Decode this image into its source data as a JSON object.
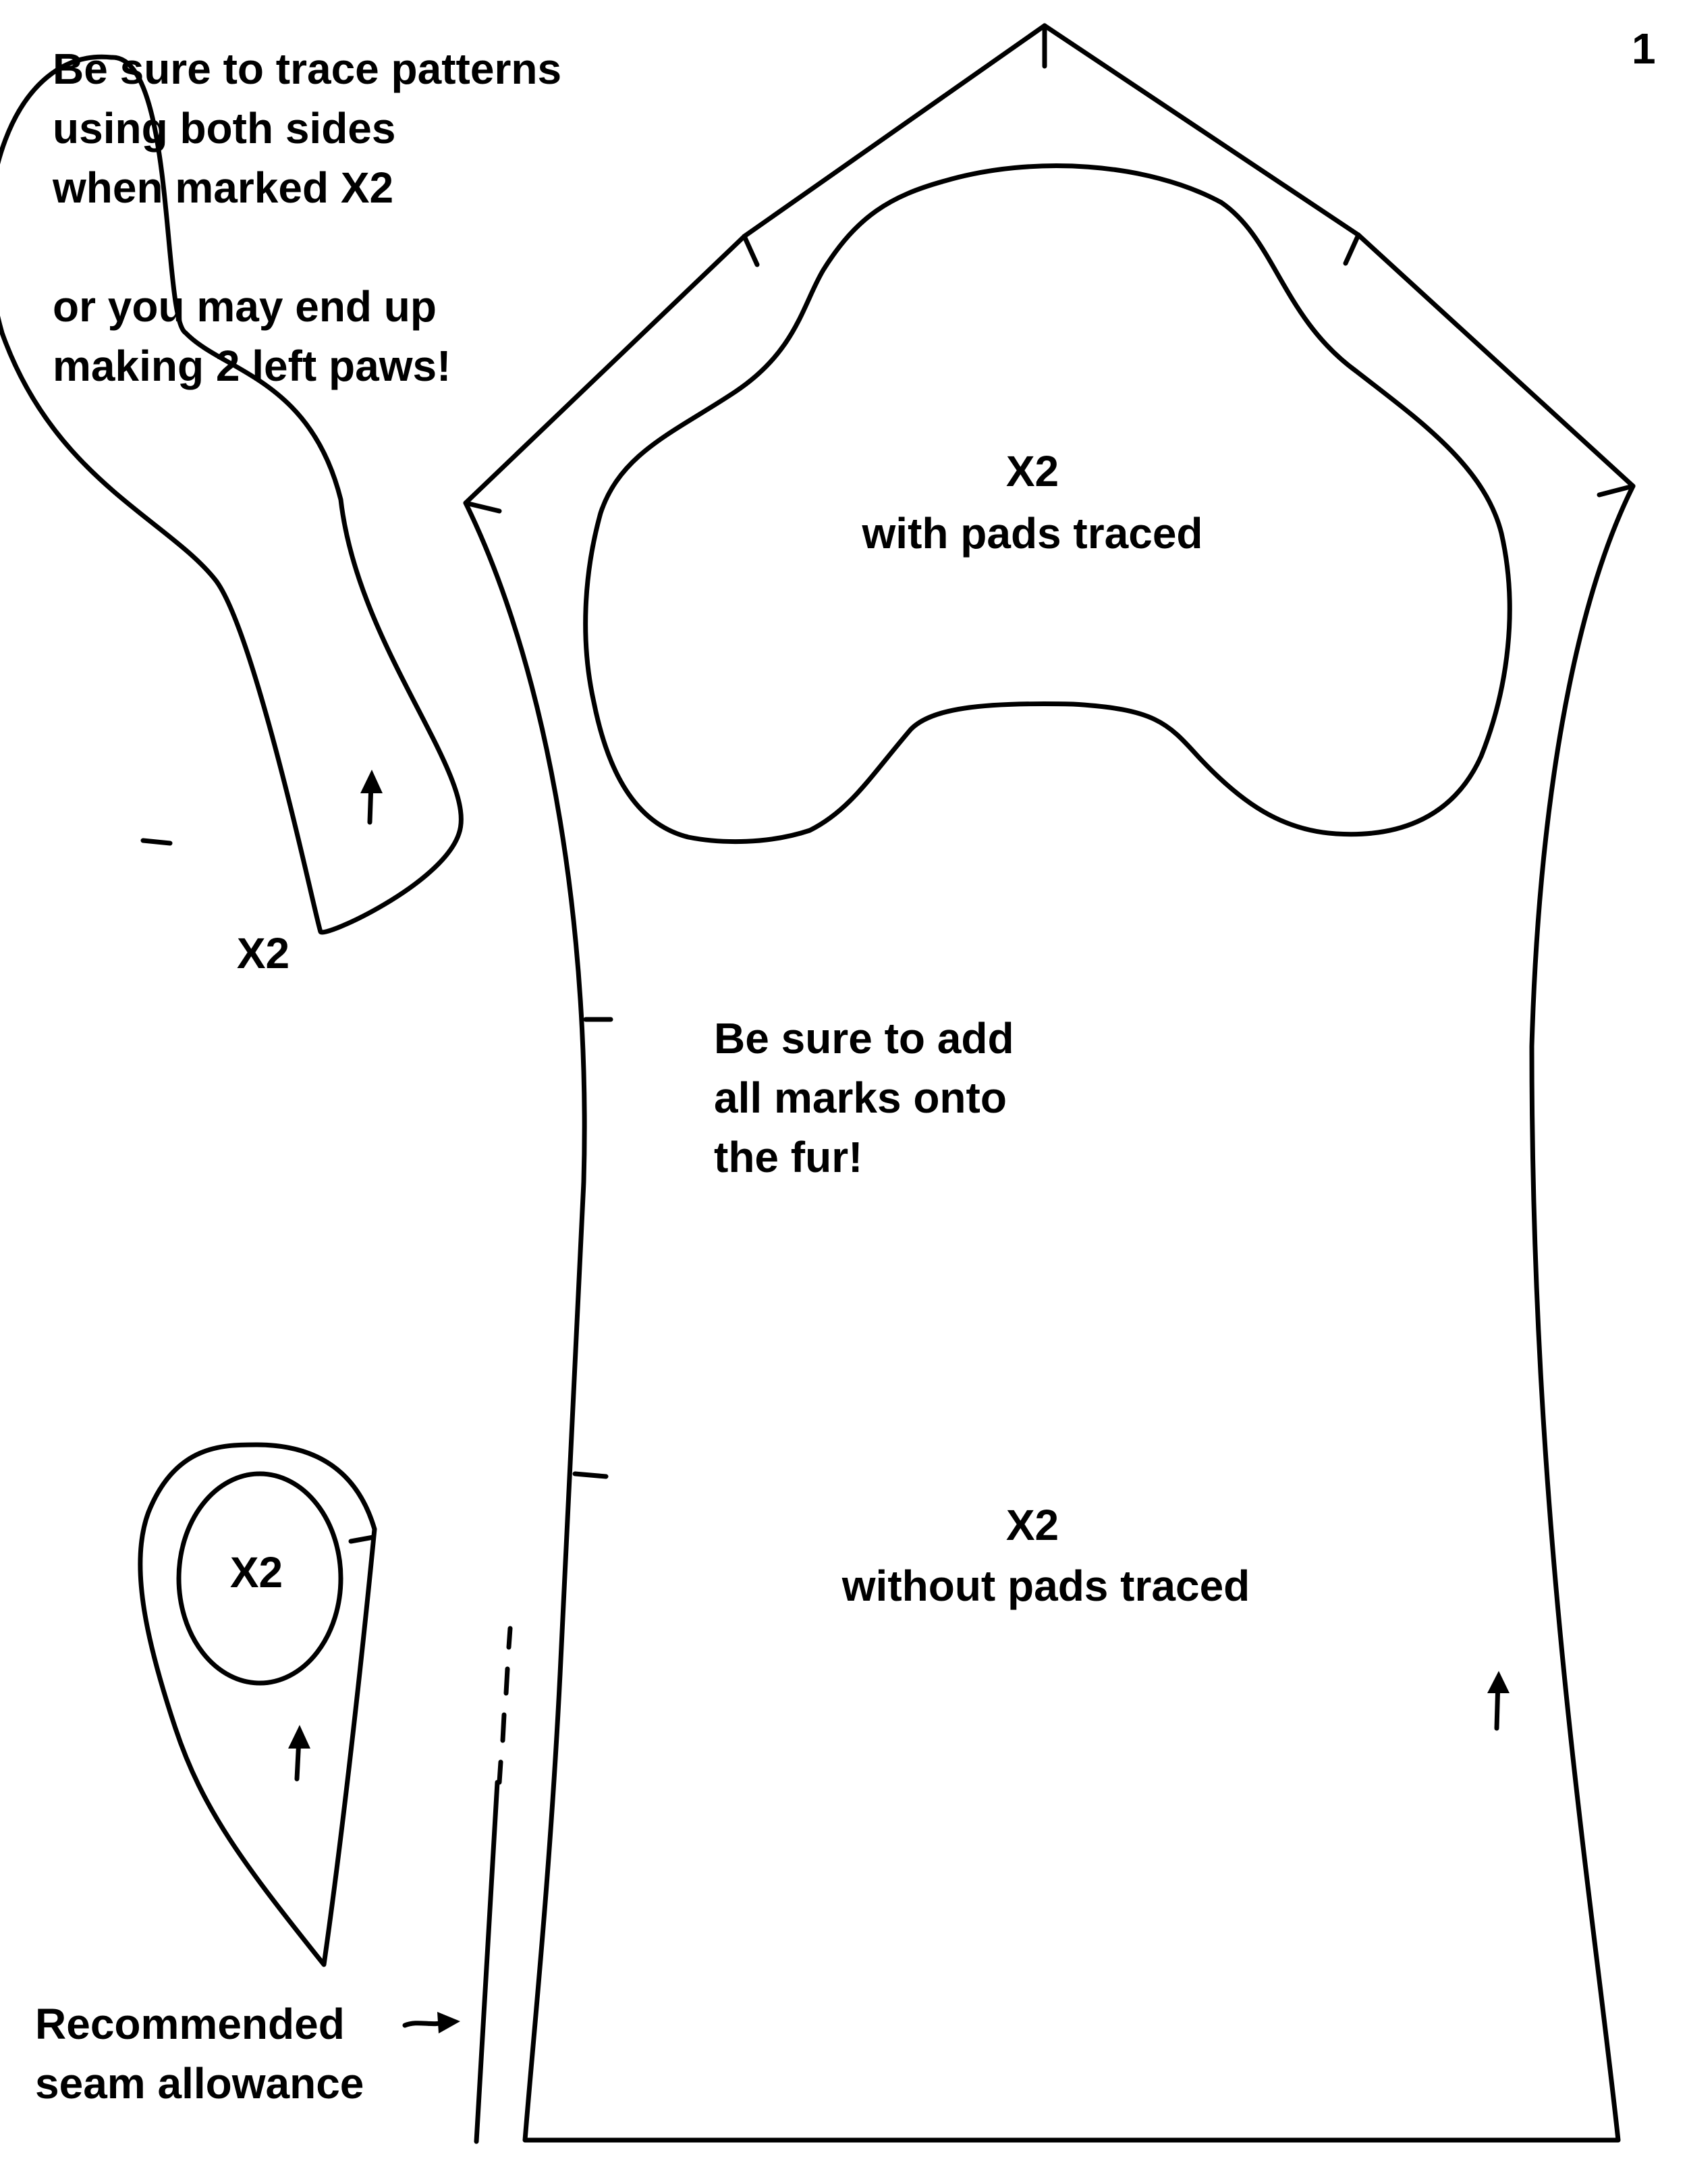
{
  "page_number": "1",
  "instructions": {
    "trace_line1": "Be sure to trace patterns",
    "trace_line2": "using both sides",
    "trace_line3": "when marked X2",
    "warn_line1": "or you may end up",
    "warn_line2": "making 2 left paws!"
  },
  "paw_piece": {
    "pad_count": "X2",
    "pad_note": "with pads traced",
    "marks_line1": "Be sure to add",
    "marks_line2": "all marks onto",
    "marks_line3": "the fur!",
    "body_count": "X2",
    "body_note": "without pads traced"
  },
  "heart_piece": {
    "count": "X2"
  },
  "teardrop_piece": {
    "count": "X2"
  },
  "seam_note": {
    "line1": "Recommended",
    "line2": "seam allowance"
  }
}
